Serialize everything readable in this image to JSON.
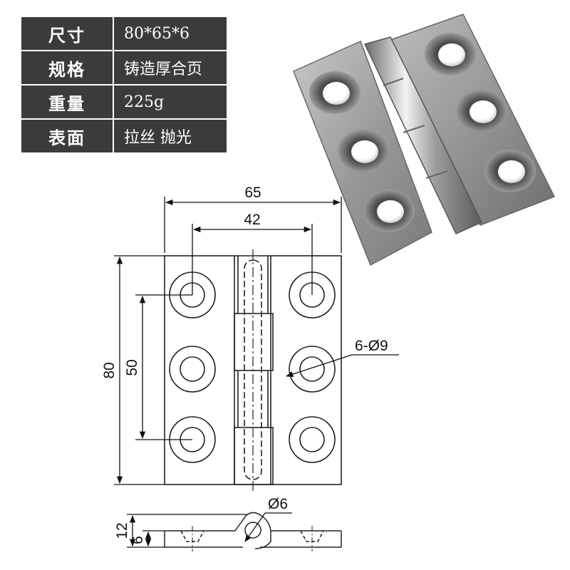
{
  "spec_table": {
    "rows": [
      {
        "key": "尺寸",
        "value": "80*65*6"
      },
      {
        "key": "规格",
        "value": "铸造厚合页"
      },
      {
        "key": "重量",
        "value": "225g"
      },
      {
        "key": "表面",
        "value": "拉丝 抛光"
      }
    ]
  },
  "dimensions": {
    "overall_width": "65",
    "hole_spacing_x": "42",
    "overall_height": "80",
    "hole_spacing_y": "50",
    "holes": "6-Ø9",
    "pin_diameter": "Ø6",
    "thickness_total": "12",
    "thickness_leaf": "6"
  },
  "colors": {
    "table_bg": "#3b3b3b",
    "table_text": "#ffffff",
    "line": "#222222"
  },
  "icons": [
    "hinge-photo",
    "hinge-drawing-front",
    "hinge-drawing-side"
  ]
}
